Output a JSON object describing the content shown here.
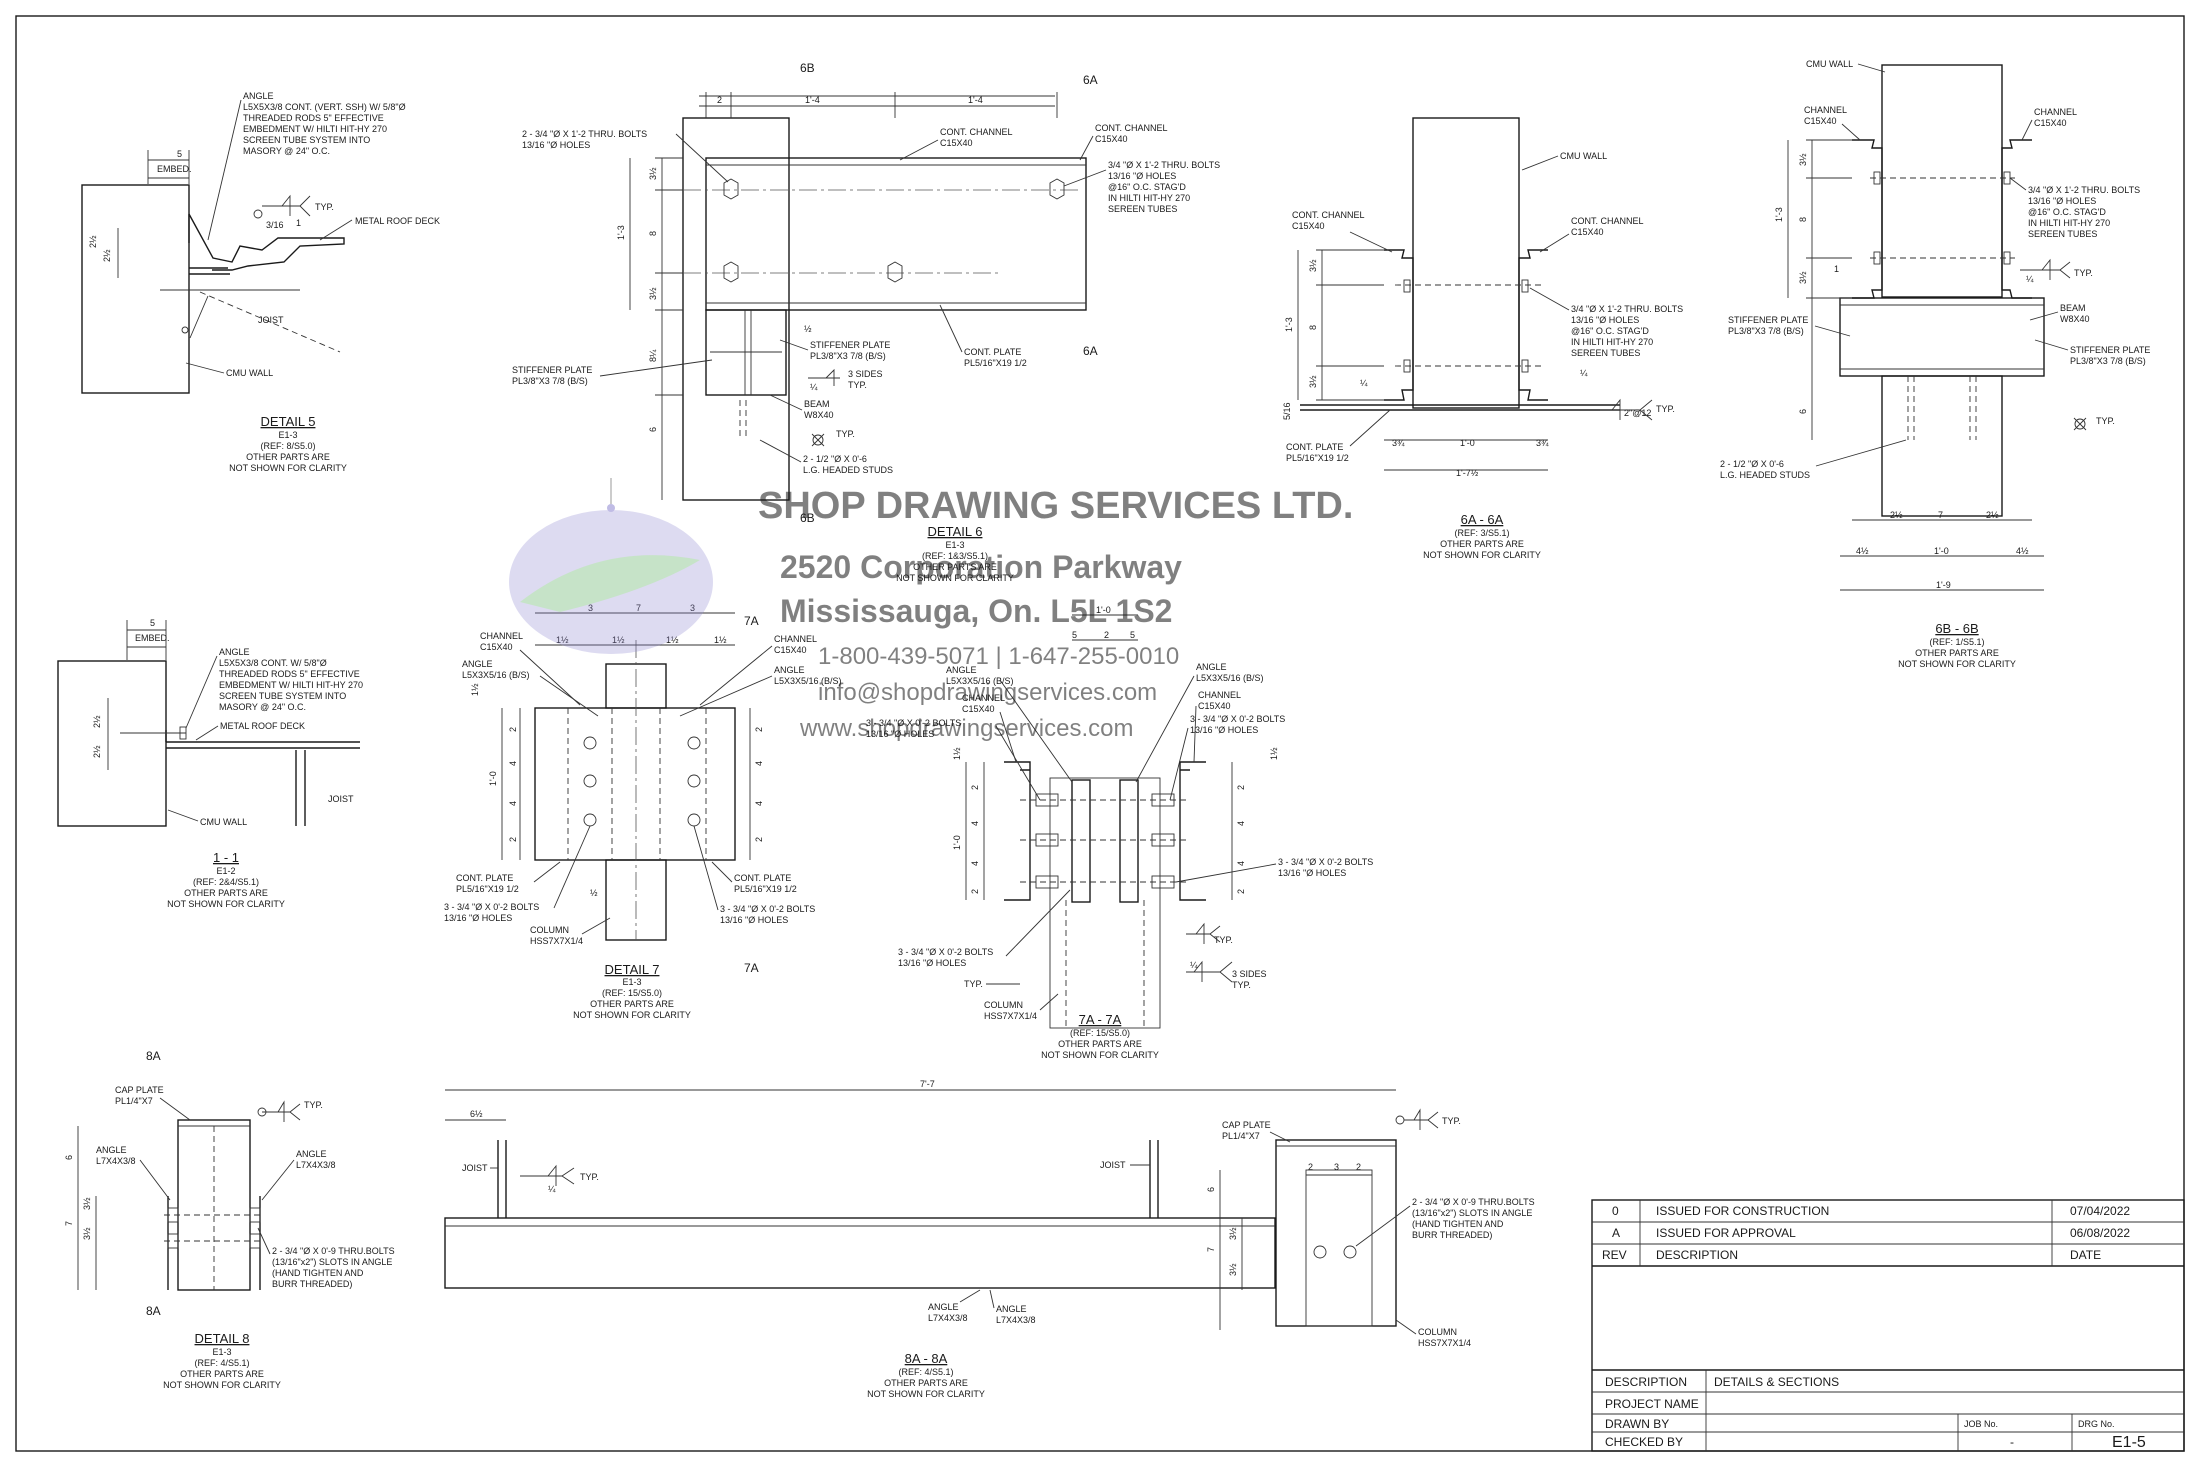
{
  "watermark": {
    "company": "SHOP DRAWING SERVICES LTD.",
    "address1": "2520 Corporation Parkway",
    "address2": "Mississauga, On. L5L 1S2",
    "phone": "1-800-439-5071 | 1-647-255-0010",
    "email": "info@shopdrawingservices.com",
    "web": "www.shopdrawingservices.com",
    "colors": {
      "text": "#7b73c7",
      "green": "#8fd08a",
      "logo": "#8e86d0"
    }
  },
  "detail5": {
    "title": "DETAIL 5",
    "sheet": "E1-3",
    "ref": "(REF: 8/S5.0)",
    "note1": "OTHER PARTS ARE",
    "note2": "NOT SHOWN FOR CLARITY",
    "callout_angle": [
      "ANGLE",
      "L5X5X3/8 CONT. (VERT. SSH) W/ 5/8\"Ø",
      "THREADED RODS 5\" EFFECTIVE",
      "EMBEDMENT W/ HILTI HIT-HY 270",
      "SCREEN TUBE SYSTEM INTO",
      "MASORY @ 24\" O.C."
    ],
    "deck": "METAL ROOF DECK",
    "joist": "JOIST",
    "wall": "CMU WALL",
    "embed": "EMBED.",
    "dim5": "5",
    "typ": "TYP.",
    "weld": "3/16",
    "one": "1",
    "d1": "2½",
    "d2": "2½"
  },
  "detail6": {
    "title": "DETAIL 6",
    "sheet": "E1-3",
    "ref": "(REF: 1&3/S5.1)",
    "note1": "OTHER PARTS ARE",
    "note2": "NOT SHOWN FOR CLARITY",
    "bolts": [
      "2 - 3/4 \"Ø X 1'-2 THRU. BOLTS",
      "13/16 \"Ø HOLES"
    ],
    "channel_a": [
      "CONT. CHANNEL",
      "C15X40"
    ],
    "channel_b": [
      "CONT. CHANNEL",
      "C15X40"
    ],
    "bolts_b": [
      "3/4 \"Ø X 1'-2 THRU. BOLTS",
      "13/16 \"Ø HOLES",
      "@16\" O.C. STAG'D",
      "IN HILTI HIT-HY 270",
      "SEREEN TUBES"
    ],
    "stiff_a": [
      "STIFFENER PLATE",
      "PL3/8\"X3 7/8 (B/S)"
    ],
    "stiff_b": [
      "STIFFENER PLATE",
      "PL3/8\"X3 7/8 (B/S)"
    ],
    "three_sides": [
      "3 SIDES",
      "TYP."
    ],
    "beam": [
      "BEAM",
      "W8X40"
    ],
    "cont_plate": [
      "CONT. PLATE",
      "PL5/16\"X19 1/2"
    ],
    "studs": [
      "2 - 1/2 \"Ø X 0'-6",
      "L.G. HEADED STUDS"
    ],
    "typ": "TYP.",
    "cut_top": "6B",
    "cut_bot": "6B",
    "cut_r1": "6A",
    "cut_r2": "6A",
    "dims_top": [
      "2",
      "1'-4",
      "1'-4"
    ],
    "dims_left": [
      "3½",
      "8",
      "3½",
      "8¼",
      "6"
    ],
    "dim_total": "1'-3",
    "half": "½",
    "quarter": "¼"
  },
  "section6a": {
    "title": "6A - 6A",
    "ref": "(REF: 3/S5.1)",
    "note1": "OTHER PARTS ARE",
    "note2": "NOT SHOWN FOR CLARITY",
    "wall": "CMU WALL",
    "channel_a": [
      "CONT. CHANNEL",
      "C15X40"
    ],
    "channel_b": [
      "CONT. CHANNEL",
      "C15X40"
    ],
    "bolts": [
      "3/4 \"Ø X 1'-2 THRU. BOLTS",
      "13/16 \"Ø HOLES",
      "@16\" O.C. STAG'D",
      "IN HILTI HIT-HY 270",
      "SEREEN TUBES"
    ],
    "plate": [
      "CONT. PLATE",
      "PL5/16\"X19 1/2"
    ],
    "weld": "2\"@12",
    "typ": "TYP.",
    "dims_left": [
      "3½",
      "8",
      "3½"
    ],
    "dim_total": "1'-3",
    "dims_bottom": [
      "3¾",
      "1'-0",
      "3¾"
    ],
    "dim_bottom_total": "1'-7½",
    "quarter": "¼",
    "sixteenth": "5/16"
  },
  "section6b": {
    "title": "6B - 6B",
    "ref": "(REF: 1/S5.1)",
    "note1": "OTHER PARTS ARE",
    "note2": "NOT SHOWN FOR CLARITY",
    "wall": "CMU WALL",
    "channel_a": [
      "CHANNEL",
      "C15X40"
    ],
    "channel_b": [
      "CHANNEL",
      "C15X40"
    ],
    "bolts": [
      "3/4 \"Ø X 1'-2 THRU. BOLTS",
      "13/16 \"Ø HOLES",
      "@16\" O.C. STAG'D",
      "IN HILTI HIT-HY 270",
      "SEREEN TUBES"
    ],
    "beam": [
      "BEAM",
      "W8X40"
    ],
    "stiff_a": [
      "STIFFENER PLATE",
      "PL3/8\"X3 7/8 (B/S)"
    ],
    "stiff_b": [
      "STIFFENER PLATE",
      "PL3/8\"X3 7/8 (B/S)"
    ],
    "studs": [
      "2 - 1/2 \"Ø X 0'-6",
      "L.G. HEADED STUDS"
    ],
    "typ": "TYP.",
    "dims_left": [
      "3½",
      "8",
      "3½",
      "6"
    ],
    "dim_total": "1'-3",
    "dims_bottom1": [
      "2½",
      "7",
      "2½"
    ],
    "dims_bottom2": [
      "4½",
      "1'-0",
      "4½"
    ],
    "dim_bottom_total": "1'-9",
    "one": "1",
    "quarter": "¼"
  },
  "section11": {
    "title": "1 - 1",
    "sheet": "E1-2",
    "ref": "(REF: 2&4/S5.1)",
    "note1": "OTHER PARTS ARE",
    "note2": "NOT SHOWN FOR CLARITY",
    "callout_angle": [
      "ANGLE",
      "L5X5X3/8 CONT. W/ 5/8\"Ø",
      "THREADED RODS 5\" EFFECTIVE",
      "EMBEDMENT W/ HILTI HIT-HY 270",
      "SCREEN TUBE SYSTEM INTO",
      "MASORY @ 24\" O.C."
    ],
    "deck": "METAL ROOF DECK",
    "joist": "JOIST",
    "wall": "CMU WALL",
    "embed": "EMBED.",
    "dim5": "5",
    "d1": "2½",
    "d2": "2½"
  },
  "detail7": {
    "title": "DETAIL 7",
    "sheet": "E1-3",
    "ref": "(REF: 15/S5.0)",
    "note1": "OTHER PARTS ARE",
    "note2": "NOT SHOWN FOR CLARITY",
    "channel": [
      "CHANNEL",
      "C15X40"
    ],
    "angle": [
      "ANGLE",
      "L5X3X5/16 (B/S)"
    ],
    "channel_b": [
      "CHANNEL",
      "C15X40"
    ],
    "angle_b": [
      "ANGLE",
      "L5X3X5/16 (B/S)"
    ],
    "plate_a": [
      "CONT. PLATE",
      "PL5/16\"X19 1/2"
    ],
    "plate_b": [
      "CONT. PLATE",
      "PL5/16\"X19 1/2"
    ],
    "bolts_a": [
      "3 - 3/4 \"Ø X 0'-2 BOLTS",
      "13/16 \"Ø HOLES"
    ],
    "bolts_b": [
      "3 - 3/4 \"Ø X 0'-2 BOLTS",
      "13/16 \"Ø HOLES"
    ],
    "column": [
      "COLUMN",
      "HSS7X7X1/4"
    ],
    "dims_top": [
      "3",
      "7",
      "3"
    ],
    "dims_top2": [
      "1½",
      "1½",
      "1½",
      "1½"
    ],
    "dims_left": [
      "2",
      "4",
      "4",
      "2"
    ],
    "dim_total": "1'-0",
    "dims_right": [
      "2",
      "4",
      "4",
      "2"
    ],
    "cut_top": "7A",
    "cut_bot": "7A",
    "half": "½",
    "one_half": "1½"
  },
  "section7a": {
    "title": "7A - 7A",
    "ref": "(REF: 15/S5.0)",
    "note1": "OTHER PARTS ARE",
    "note2": "NOT SHOWN FOR CLARITY",
    "angle_a": [
      "ANGLE",
      "L5X3X5/16 (B/S)"
    ],
    "angle_b": [
      "ANGLE",
      "L5X3X5/16 (B/S)"
    ],
    "channel_a": [
      "CHANNEL",
      "C15X40"
    ],
    "channel_b": [
      "CHANNEL",
      "C15X40"
    ],
    "bolts_a": [
      "3 - 3/4 \"Ø X 0'-2 BOLTS",
      "13/16 \"Ø HOLES"
    ],
    "bolts_b": [
      "3 - 3/4 \"Ø X 0'-2 BOLTS",
      "13/16 \"Ø HOLES"
    ],
    "bolts_c": [
      "3 - 3/4 \"Ø X 0'-2 BOLTS",
      "13/16 \"Ø HOLES"
    ],
    "bolts_d": [
      "3 - 3/4 \"Ø X 0'-2 BOLTS",
      "13/16 \"Ø HOLES"
    ],
    "column": [
      "COLUMN",
      "HSS7X7X1/4"
    ],
    "three_sides": [
      "3 SIDES",
      "TYP."
    ],
    "typ": "TYP.",
    "dims_top": [
      "5",
      "2",
      "5"
    ],
    "dim_top_total": "1'-0",
    "dims_left": [
      "2",
      "4",
      "4",
      "2"
    ],
    "dim_total": "1'-0",
    "dims_right": [
      "2",
      "4",
      "4",
      "2"
    ],
    "one_half": "1½",
    "quarter": "¼"
  },
  "detail8": {
    "title": "DETAIL 8",
    "sheet": "E1-3",
    "ref": "(REF: 4/S5.1)",
    "note1": "OTHER PARTS ARE",
    "note2": "NOT SHOWN FOR CLARITY",
    "cap": [
      "CAP PLATE",
      "PL1/4\"X7"
    ],
    "angle_a": [
      "ANGLE",
      "L7X4X3/8"
    ],
    "angle_b": [
      "ANGLE",
      "L7X4X3/8"
    ],
    "bolts": [
      "2 - 3/4 \"Ø X 0'-9 THRU.BOLTS",
      "(13/16\"x2\") SLOTS IN ANGLE",
      "(HAND TIGHTEN AND",
      "BURR THREADED)"
    ],
    "typ": "TYP.",
    "cut_top": "8A",
    "cut_bot": "8A",
    "dims_left": [
      "6",
      "3½",
      "3½"
    ],
    "dim_total": "7"
  },
  "section8a": {
    "title": "8A - 8A",
    "ref": "(REF: 4/S5.1)",
    "note1": "OTHER PARTS ARE",
    "note2": "NOT SHOWN FOR CLARITY",
    "overall": "7'-7",
    "dim_left": "6½",
    "joist_a": "JOIST",
    "joist_b": "JOIST",
    "typ": "TYP.",
    "typ_b": "TYP.",
    "angle_a": [
      "ANGLE",
      "L7X4X3/8"
    ],
    "angle_b": [
      "ANGLE",
      "L7X4X3/8"
    ],
    "cap": [
      "CAP PLATE",
      "PL1/4\"X7"
    ],
    "bolts": [
      "2 - 3/4 \"Ø X 0'-9 THRU.BOLTS",
      "(13/16\"x2\") SLOTS IN ANGLE",
      "(HAND TIGHTEN AND",
      "BURR THREADED)"
    ],
    "column": [
      "COLUMN",
      "HSS7X7X1/4"
    ],
    "dims_top": [
      "2",
      "3",
      "2"
    ],
    "dims_right": [
      "6",
      "3½",
      "3½"
    ],
    "dim_total": "7",
    "quarter": "¼"
  },
  "title_block": {
    "revisions": [
      {
        "rev": "0",
        "desc": "ISSUED FOR CONSTRUCTION",
        "date": "07/04/2022"
      },
      {
        "rev": "A",
        "desc": "ISSUED FOR APPROVAL",
        "date": "06/08/2022"
      }
    ],
    "header_rev": "REV",
    "header_desc": "DESCRIPTION",
    "header_date": "DATE",
    "description_label": "DESCRIPTION",
    "description_value": "DETAILS & SECTIONS",
    "project_label": "PROJECT NAME",
    "drawn_label": "DRAWN BY",
    "checked_label": "CHECKED BY",
    "job_label": "JOB No.",
    "job_value": "-",
    "drg_label": "DRG No.",
    "drg_value": "E1-5"
  }
}
